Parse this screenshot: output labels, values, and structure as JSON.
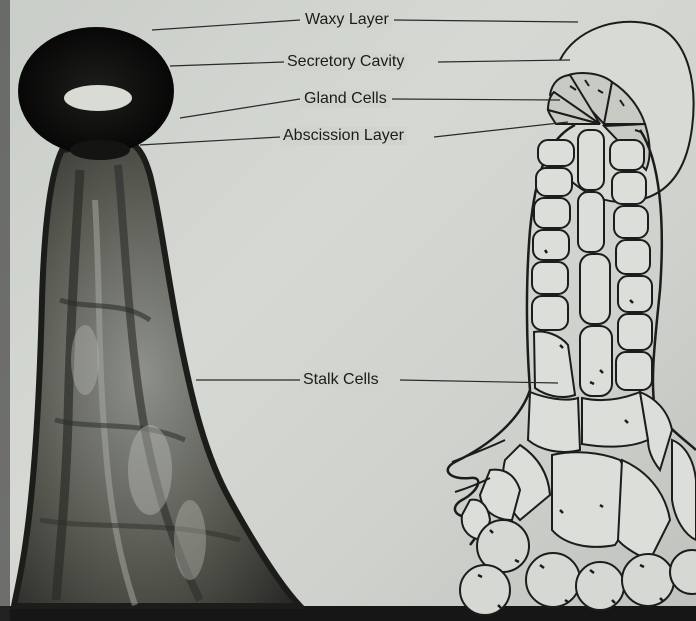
{
  "labels": {
    "waxy_layer": "Waxy Layer",
    "secretory_cavity": "Secretory Cavity",
    "gland_cells": "Gland Cells",
    "abscission_layer": "Abscission Layer",
    "stalk_cells": "Stalk Cells"
  },
  "colors": {
    "paper": "#d2d5cf",
    "ink": "#1c1c1c",
    "photo_dark": "#111111",
    "photo_mid": "#5a5c58",
    "cell_fill": "#e2e4df"
  }
}
